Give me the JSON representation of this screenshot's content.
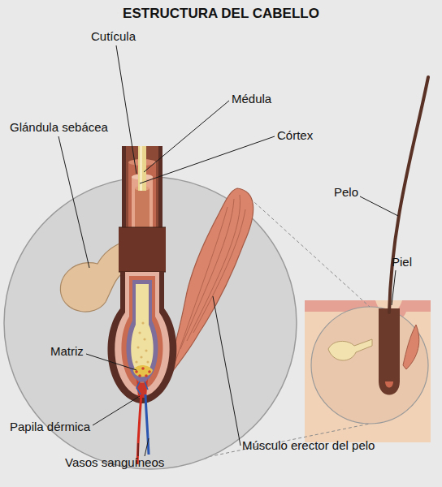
{
  "diagram": {
    "title": "ESTRUCTURA DEL CABELLO",
    "labels": [
      "Cutícula",
      "Médula",
      "Glándula sebácea",
      "Córtex",
      "Pelo",
      "Piel",
      "Matriz",
      "Papila dérmica",
      "Vasos sanguíneos",
      "Músculo erector del pelo"
    ]
  }
}
